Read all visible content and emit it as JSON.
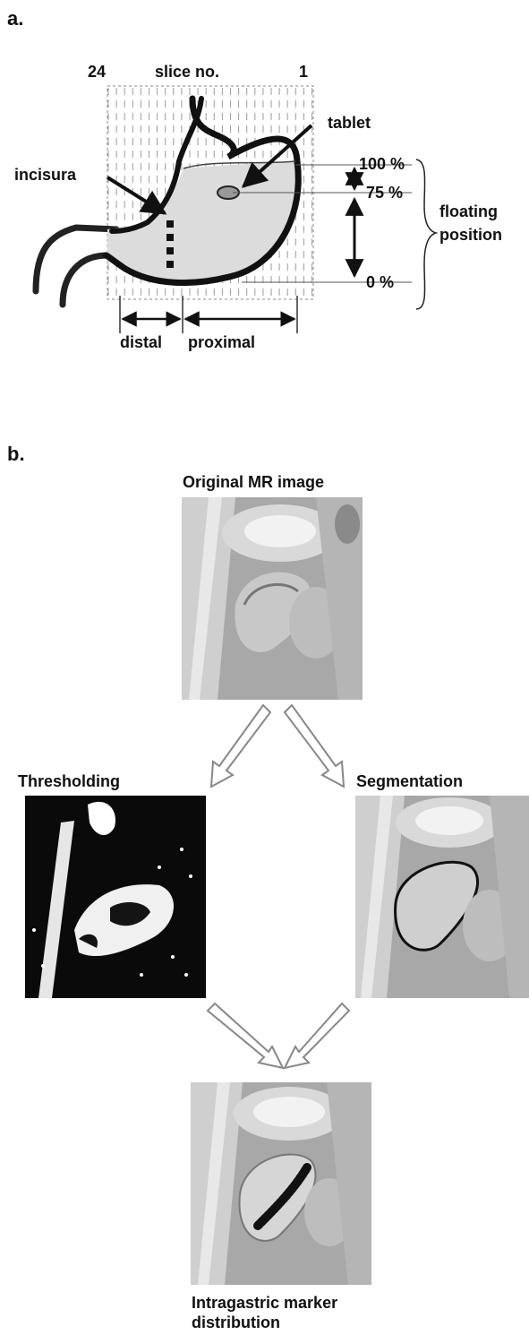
{
  "panel_a": {
    "label": "a.",
    "slice_left": "24",
    "slice_title": "slice no.",
    "slice_right": "1",
    "tablet": "tablet",
    "incisura": "incisura",
    "pct_100": "100 %",
    "pct_75": "75 %",
    "pct_0": "0 %",
    "floating": "floating",
    "position": "position",
    "distal": "distal",
    "proximal": "proximal"
  },
  "panel_b": {
    "label": "b.",
    "original": "Original MR image",
    "thresholding": "Thresholding",
    "segmentation": "Segmentation",
    "result_line1": "Intragastric marker",
    "result_line2": "distribution"
  }
}
